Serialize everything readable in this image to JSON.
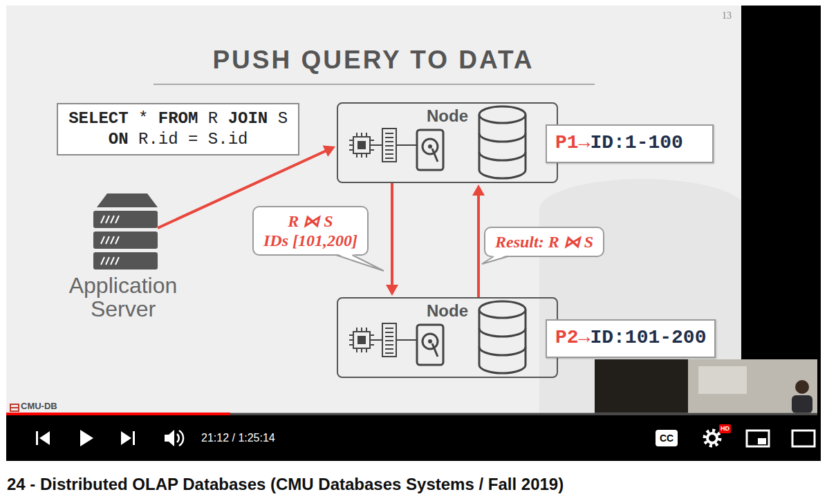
{
  "diagram": {
    "title": "PUSH QUERY TO DATA",
    "nodes": [
      {
        "text": [
          "SELECT * FROM R JOIN S ON R.id = S.id"
        ]
      },
      {
        "text": [
          "Application Server"
        ]
      },
      {
        "text": [
          "Node"
        ]
      },
      {
        "text": [
          "P1→ID:1-100"
        ]
      },
      {
        "text": [
          "R ⋈ S",
          "IDs [101,200]"
        ]
      },
      {
        "text": [
          "Result: R ⋈ S"
        ]
      },
      {
        "text": [
          "Node"
        ]
      },
      {
        "text": [
          "P2→ID:101-200"
        ]
      }
    ],
    "edges": [
      {
        "from": 1,
        "to": 2,
        "arrow": "to"
      },
      {
        "from": 2,
        "to": 6,
        "arrow": "to"
      },
      {
        "from": 6,
        "to": 2,
        "arrow": "to"
      }
    ],
    "labels": [
      "13",
      "CMU-DB",
      "21:12 / 1:25:14",
      "CC",
      "HD",
      "24 - Distributed OLAP Databases (CMU Databases Systems / Fall 2019)"
    ]
  }
}
